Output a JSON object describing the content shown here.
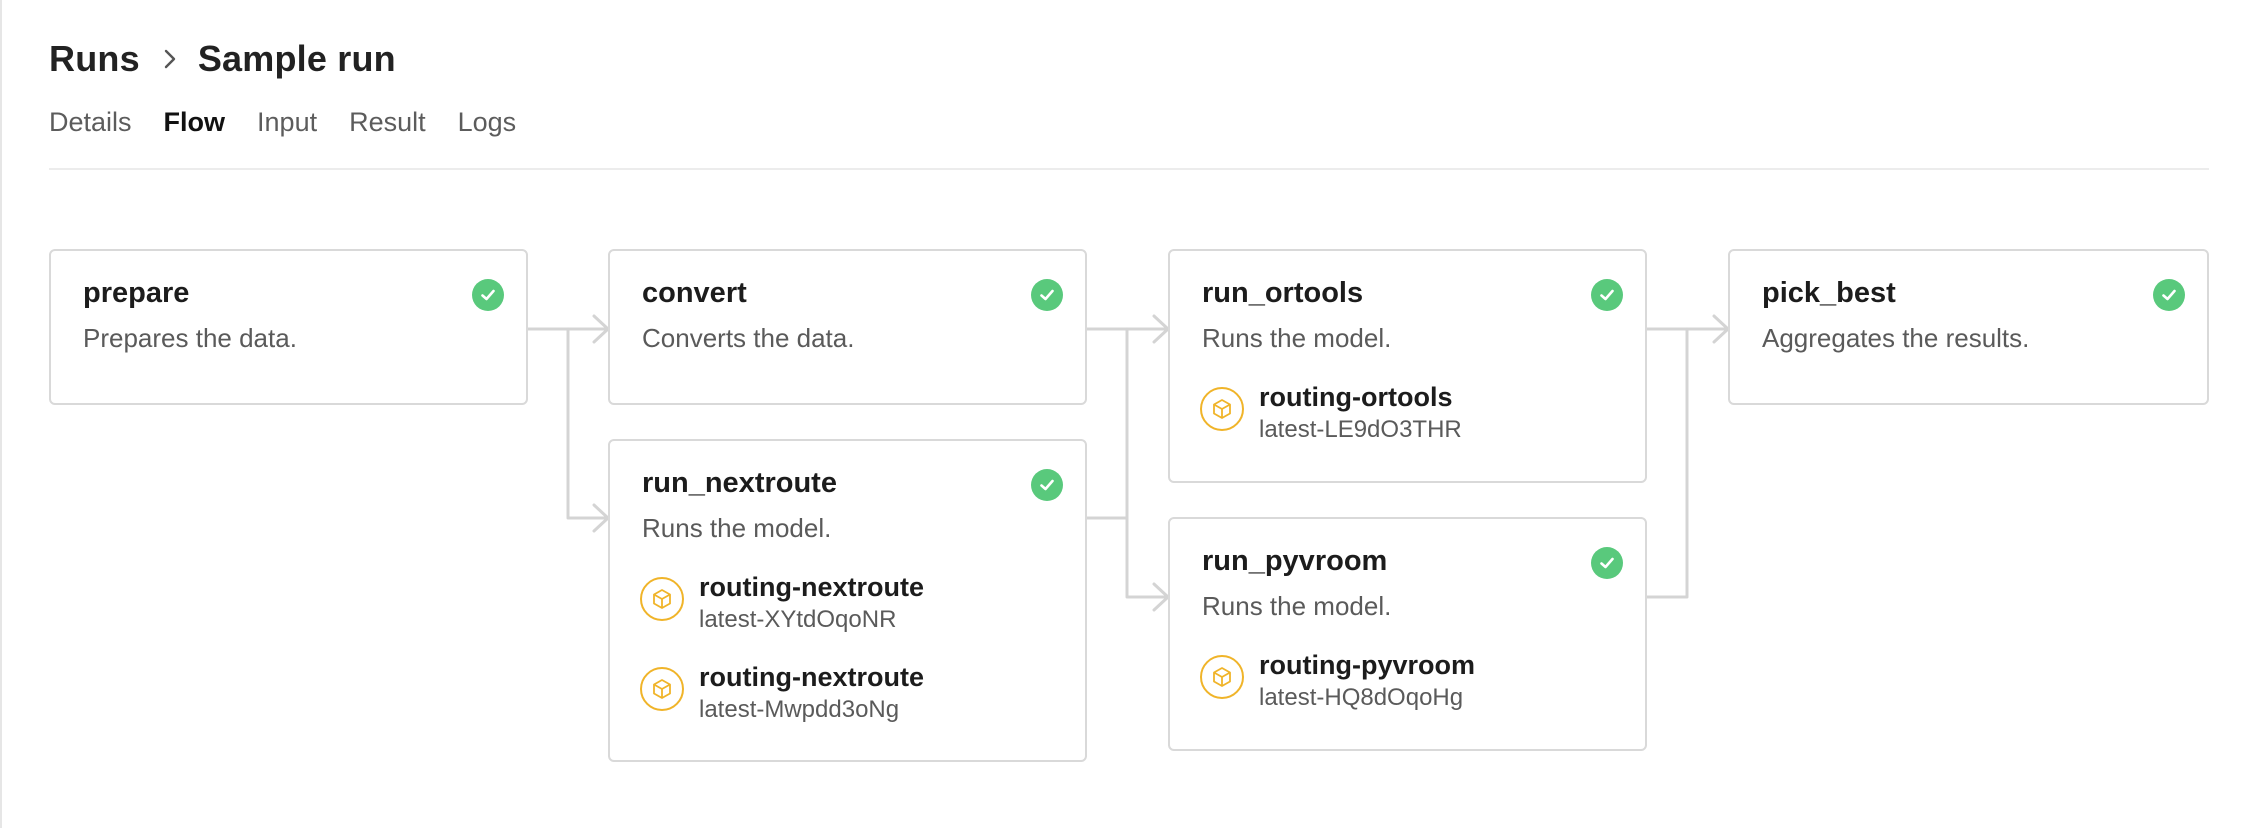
{
  "breadcrumb": {
    "parent": "Runs",
    "current": "Sample run"
  },
  "tabs": [
    "Details",
    "Flow",
    "Input",
    "Result",
    "Logs"
  ],
  "active_tab": "Flow",
  "colors": {
    "success": "#59c97c",
    "model_accent": "#f0b429",
    "border": "#d9d9d9",
    "connector": "#d4d4d4"
  },
  "icons": {
    "breadcrumb_separator": "chevron-right-icon",
    "status": "check-circle-icon",
    "model": "cube-icon"
  },
  "flow": {
    "prepare": {
      "title": "prepare",
      "description": "Prepares the data.",
      "status": "succeeded"
    },
    "convert": {
      "title": "convert",
      "description": "Converts the data.",
      "status": "succeeded"
    },
    "run_nextroute": {
      "title": "run_nextroute",
      "description": "Runs the model.",
      "status": "succeeded",
      "models": [
        {
          "name": "routing-nextroute",
          "version": "latest-XYtdOqoNR"
        },
        {
          "name": "routing-nextroute",
          "version": "latest-Mwpdd3oNg"
        }
      ]
    },
    "run_ortools": {
      "title": "run_ortools",
      "description": "Runs the model.",
      "status": "succeeded",
      "models": [
        {
          "name": "routing-ortools",
          "version": "latest-LE9dO3THR"
        }
      ]
    },
    "run_pyvroom": {
      "title": "run_pyvroom",
      "description": "Runs the model.",
      "status": "succeeded",
      "models": [
        {
          "name": "routing-pyvroom",
          "version": "latest-HQ8dOqoHg"
        }
      ]
    },
    "pick_best": {
      "title": "pick_best",
      "description": "Aggregates the results.",
      "status": "succeeded"
    }
  }
}
